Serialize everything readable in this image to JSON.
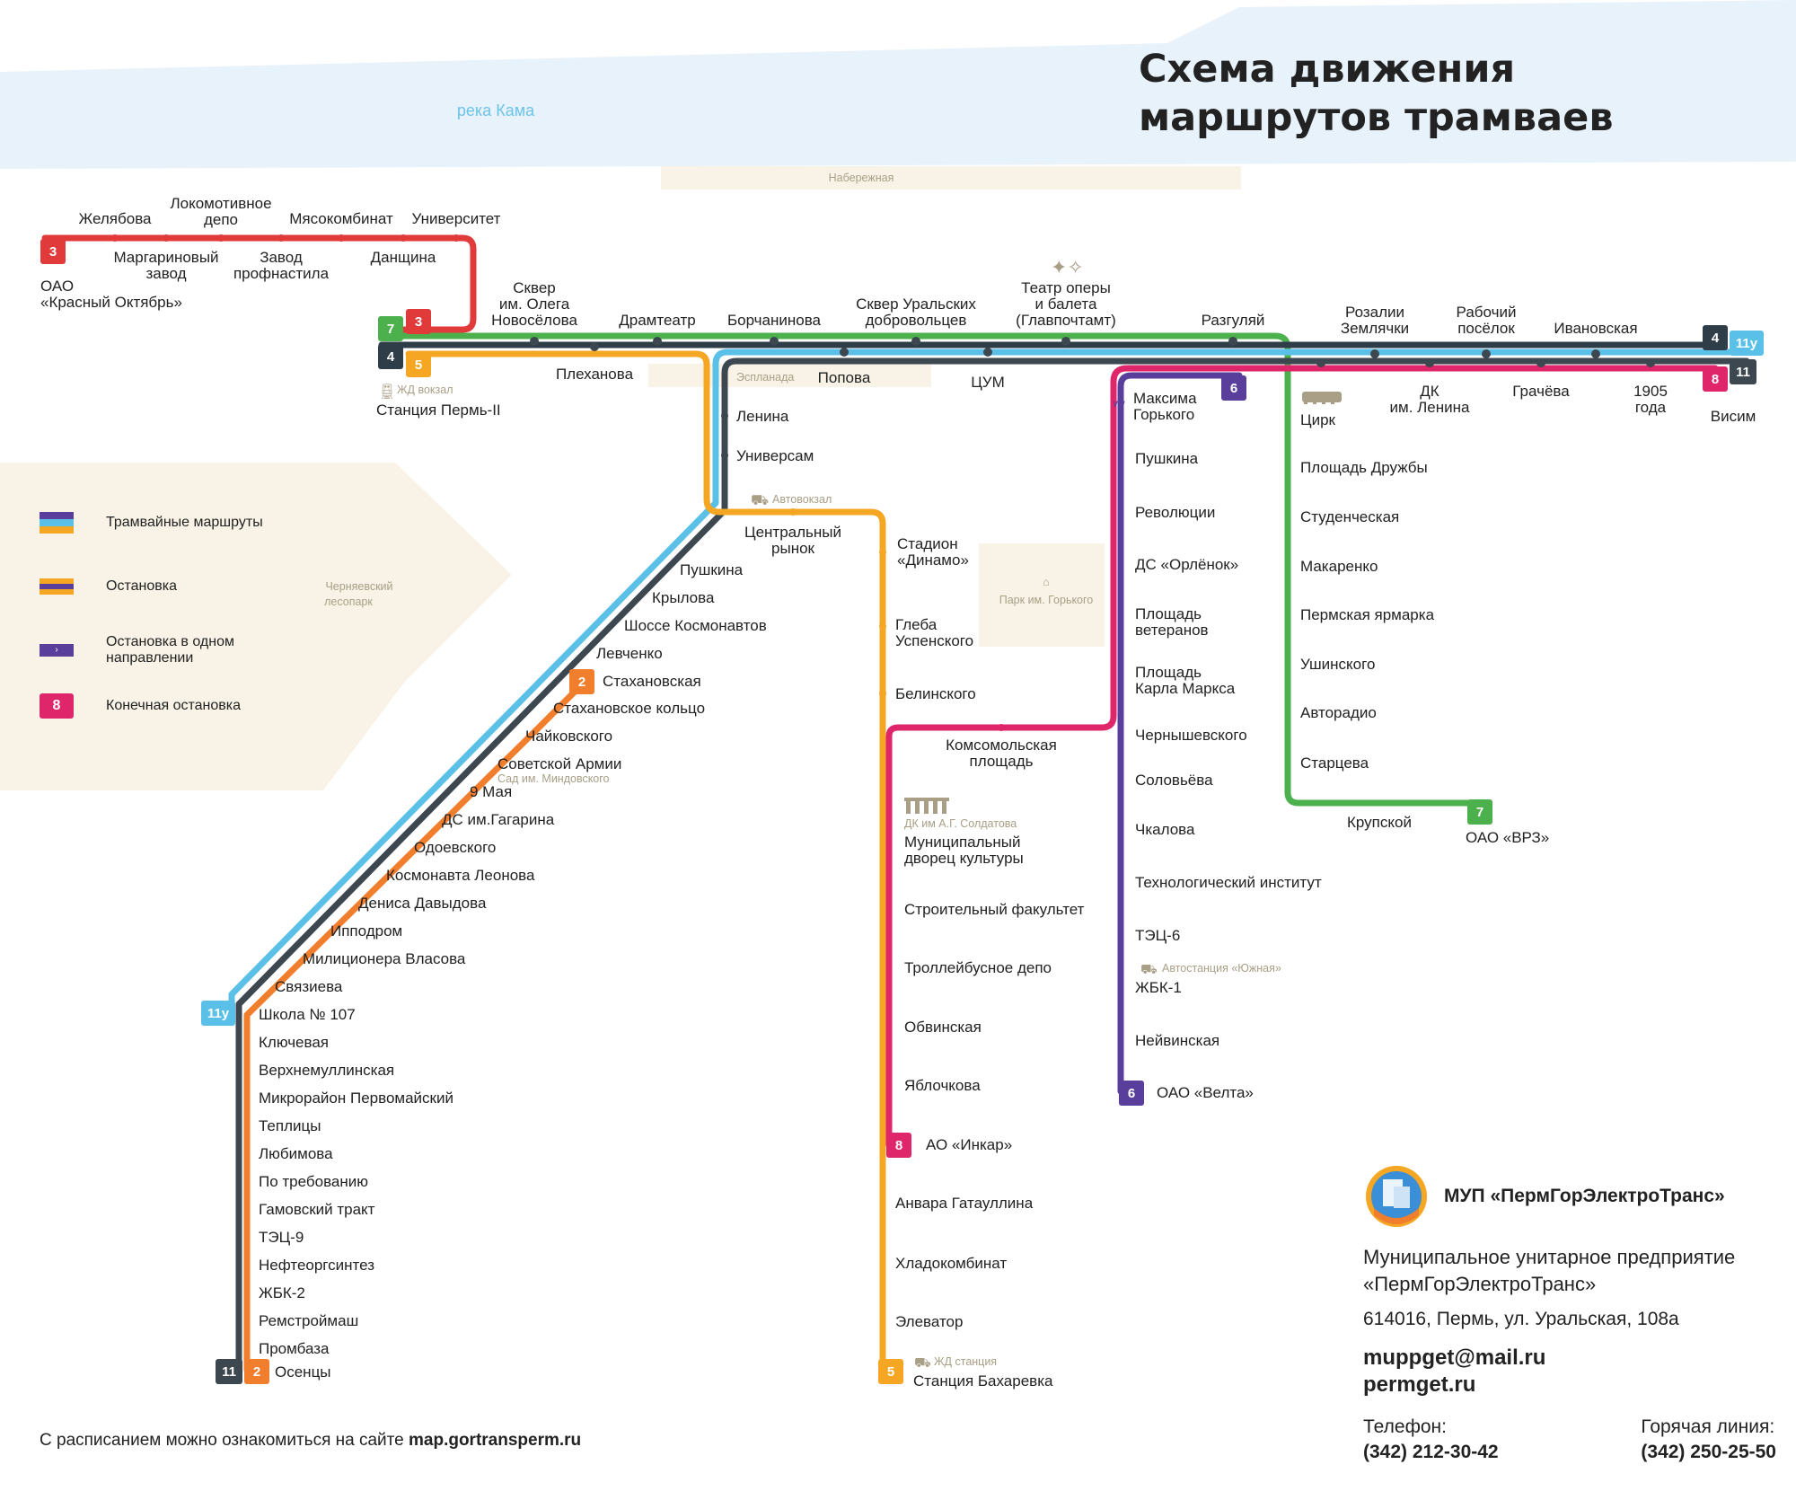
{
  "title": "Схема движения маршрутов трамваев",
  "river": "река Кама",
  "colors": {
    "r3": "#e03a3a",
    "r7": "#4cb04c",
    "r4": "#2e3d48",
    "r5": "#f5a623",
    "r11y": "#5bc0e8",
    "r8": "#e0266b",
    "r6": "#5a3e9c",
    "r2": "#f07e2c",
    "r11": "#3c4750"
  },
  "badges": {
    "r3_left": "3",
    "r3_mid": "3",
    "r7_left": "7",
    "r4_left": "4",
    "r5_left": "5",
    "r6_top": "6",
    "r4_right": "4",
    "r11y_right": "11у",
    "r8_right": "8",
    "r11_right": "11",
    "r7_end": "7",
    "r2_stakh": "2",
    "r11y_left": "11у",
    "r11_end": "11",
    "r2_end": "2",
    "r8_end": "8",
    "r6_end": "6",
    "r5_end": "5"
  },
  "stations": {
    "zhelyabova": "Желябова",
    "lokomotiv1": "Локомотивное",
    "lokomotiv2": "депо",
    "myaso": "Мясокомбинат",
    "univer": "Университет",
    "margar1": "Маргариновый",
    "margar2": "завод",
    "zavod1": "Завод",
    "zavod2": "профнастила",
    "danshina": "Данщина",
    "oao1": "ОАО",
    "oao2": "«Красный Октябрь»",
    "skver1": "Сквер",
    "skver2": "им. Олега",
    "skver3": "Новосёлова",
    "dramteatr": "Драмтеатр",
    "borchaninova": "Борчанинова",
    "skverural1": "Сквер Уральских",
    "skverural2": "добровольцев",
    "teatr1": "Театр оперы",
    "teatr2": "и балета",
    "teatr3": "(Главпочтамт)",
    "razgulyai": "Разгуляй",
    "rozalii1": "Розалии",
    "rozalii2": "Землячки",
    "rabochiy1": "Рабочий",
    "rabochiy2": "посёлок",
    "ivanovskaya": "Ивановская",
    "plekhanova": "Плеханова",
    "popova": "Попова",
    "tsum": "ЦУМ",
    "maksima1": "Максима",
    "maksima2": "Горького",
    "tsirk": "Цирк",
    "dk1": "ДК",
    "dk2": "им. Ленина",
    "gracheva": "Грачёва",
    "g1905a": "1905",
    "g1905b": "года",
    "visim": "Висим",
    "stperm": "Станция Пермь-II",
    "lenina": "Ленина",
    "universam": "Универсам",
    "tsrynok1": "Центральный",
    "tsrynok2": "рынок",
    "stadion1": "Стадион",
    "stadion2": "«Динамо»",
    "gleba1": "Глеба",
    "gleba2": "Успенского",
    "belinskogo": "Белинского",
    "pushkina_l": "Пушкина",
    "krylova": "Крылова",
    "shosse": "Шоссе Космонавтов",
    "levchenko": "Левченко",
    "stakhanovskaya": "Стахановская",
    "stakhkoltso": "Стахановское кольцо",
    "chaikovskogo": "Чайковского",
    "sovarmii": "Советской Армии",
    "may9": "9 Мая",
    "gagarina": "ДС им.Гагарина",
    "odoevskogo": "Одоевского",
    "leonova": "Космонавта Леонова",
    "davydova": "Дениса Давыдова",
    "ippodrom": "Ипподром",
    "vlasova": "Милиционера Власова",
    "svyazeva": "Связиева",
    "shkola": "Школа № 107",
    "klyuchevaya": "Ключевая",
    "verkhnemull": "Верхнемуллинская",
    "pervomaisky": "Микрорайон Первомайский",
    "teplitsy": "Теплицы",
    "lyubimova": "Любимова",
    "potreb": "По требованию",
    "gamovsky": "Гамовский тракт",
    "tets9": "ТЭЦ-9",
    "nefteorg": "Нефтеоргсинтез",
    "zhbk2": "ЖБК-2",
    "remstroy": "Ремстроймаш",
    "prombaza": "Промбаза",
    "osentsy": "Осенцы",
    "komsom1": "Комсомольская",
    "komsom2": "площадь",
    "mundvor1": "Муниципальный",
    "mundvor2": "дворец культуры",
    "stroyfak": "Строительный факультет",
    "trolldepo": "Троллейбусное депо",
    "obvinskaya": "Обвинская",
    "yablochkova": "Яблочкова",
    "inkar": "АО «Инкар»",
    "gataullina": "Анвара Гатауллина",
    "khladokomb": "Хладокомбинат",
    "elevator": "Элеватор",
    "bakhareвka": "Станция Бахаревка",
    "pushkina_r": "Пушкина",
    "revolyutsii": "Революции",
    "orlenok": "ДС «Орлёнок»",
    "veteran1": "Площадь",
    "veteran2": "ветеранов",
    "marks1": "Площадь",
    "marks2": "Карла Маркса",
    "chernysh": "Чернышевского",
    "solovieva": "Соловьёва",
    "chkalova": "Чкалова",
    "tekhinst": "Технологический институт",
    "tets6": "ТЭЦ-6",
    "zhbk1": "ЖБК-1",
    "neivinskaya": "Нейвинская",
    "velta": "ОАО «Велта»",
    "druzhby": "Площадь Дружбы",
    "student": "Студенческая",
    "makarenko": "Макаренко",
    "yarmarka": "Пермская ярмарка",
    "ushinskogo": "Ушинского",
    "avtoradio": "Авторадио",
    "startseva": "Старцева",
    "krupskoi": "Крупской",
    "vrz": "ОАО «ВРЗ»"
  },
  "poi": {
    "naberezhnaya": "Набережная",
    "zhd_vokzal": "ЖД вокзал",
    "esplanada": "Эспланада",
    "avtovokzal": "Автовокзал",
    "park1": "Парк им. Горького",
    "chern1": "Черняевский",
    "chern2": "лесопарк",
    "sad": "Сад им. Миндовского",
    "dk_sold": "ДК им А.Г. Солдатова",
    "avtost": "Автостанция «Южная»",
    "zhd_st": "ЖД станция"
  },
  "legend": [
    {
      "label": "Трамвайные маршруты"
    },
    {
      "label": "Остановка"
    },
    {
      "label": "Остановка в одном направлении"
    },
    {
      "label": "Конечная остановка",
      "badge": "8"
    }
  ],
  "company": {
    "name": "МУП «ПермГорЭлектроТранс»",
    "full1": "Муниципальное унитарное предприятие",
    "full2": "«ПермГорЭлектроТранс»",
    "address": "614016, Пермь, ул. Уральская, 108а",
    "email": "muppget@mail.ru",
    "site": "permget.ru",
    "phone_label": "Телефон:",
    "phone": "(342) 212-30-42",
    "hotline_label": "Горячая линия:",
    "hotline": "(342) 250-25-50"
  },
  "footer": {
    "text": "С расписанием можно ознакомиться на сайте ",
    "link": "map.gortransperm.ru"
  }
}
